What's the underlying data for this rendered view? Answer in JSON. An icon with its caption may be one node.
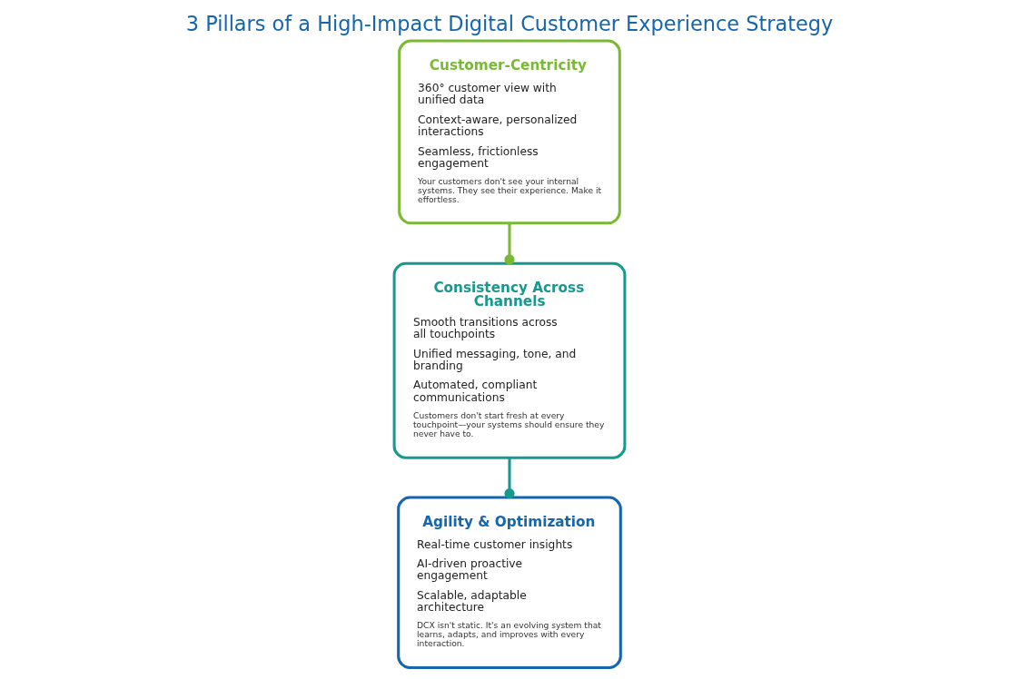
{
  "diagram": {
    "title": "3 Pillars of a High-Impact Digital Customer Experience Strategy",
    "nodes": [
      {
        "text": [
          "Customer-Centricity",
          "360° customer view with unified data",
          "Context-aware, personalized interactions",
          "Seamless, frictionless engagement",
          "Your customers don't see your internal systems. They see their experience. Make it effortless."
        ]
      },
      {
        "text": [
          "Consistency Across Channels",
          "Smooth transitions across all touchpoints",
          "Unified messaging, tone, and branding",
          "Automated, compliant communications",
          "Customers don't start fresh at every touchpoint—your systems should ensure they never have to."
        ]
      },
      {
        "text": [
          "Agility & Optimization",
          "Real-time customer insights",
          "AI-driven proactive engagement",
          "Scalable, adaptable architecture",
          "DCX isn't static. It's an evolving system that learns, adapts, and improves with every interaction."
        ]
      }
    ],
    "edges": [
      {
        "from": 0,
        "to": 1,
        "arrow": "other",
        "color": "#7ab934"
      },
      {
        "from": 1,
        "to": 2,
        "arrow": "other",
        "color": "#16998f"
      }
    ]
  }
}
